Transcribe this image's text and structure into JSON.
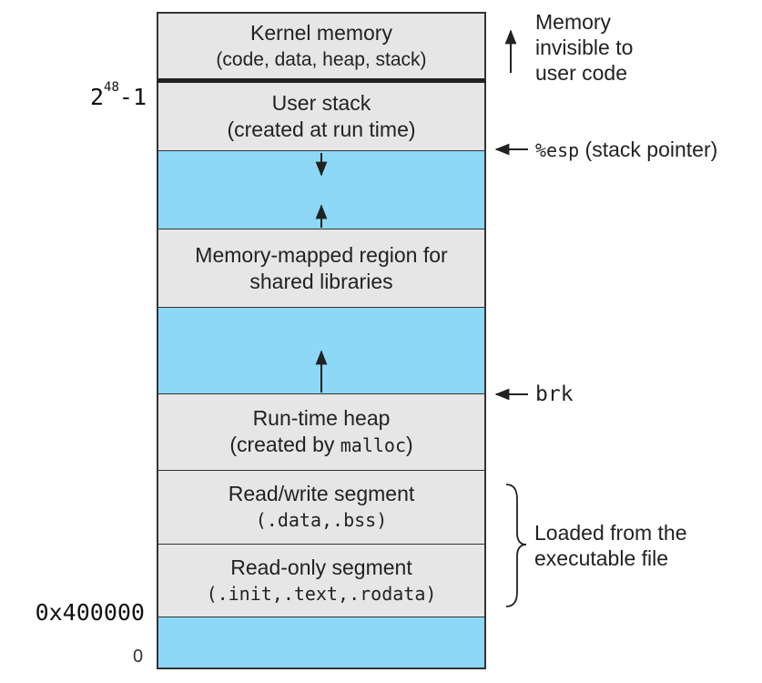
{
  "segments": {
    "kernel": {
      "title": "Kernel memory",
      "subtitle": "(code, data, heap, stack)"
    },
    "user_stack": {
      "title": "User stack",
      "subtitle": "(created at run time)"
    },
    "mmap": {
      "line1": "Memory-mapped region for",
      "line2": "shared libraries"
    },
    "heap": {
      "title": "Run-time heap",
      "subtitle_prefix": "(created by ",
      "subtitle_code": "malloc",
      "subtitle_suffix": ")"
    },
    "rw": {
      "title": "Read/write segment",
      "subtitle": "(.data,.bss)"
    },
    "ro": {
      "title": "Read-only segment",
      "subtitle": "(.init,.text,.rodata)"
    }
  },
  "addresses": {
    "top_base": "2",
    "top_exp": "48",
    "top_suffix": "-1",
    "text_start": "0x400000",
    "zero": "0"
  },
  "annotations": {
    "kernel_note": [
      "Memory",
      "invisible to",
      "user code"
    ],
    "esp_code": "%esp",
    "esp_text": " (stack pointer)",
    "brk": "brk",
    "loaded_note": [
      "Loaded from the",
      "executable file"
    ]
  },
  "colors": {
    "region": "#e6e6e6",
    "free": "#8dd8f6",
    "border": "#333333"
  }
}
